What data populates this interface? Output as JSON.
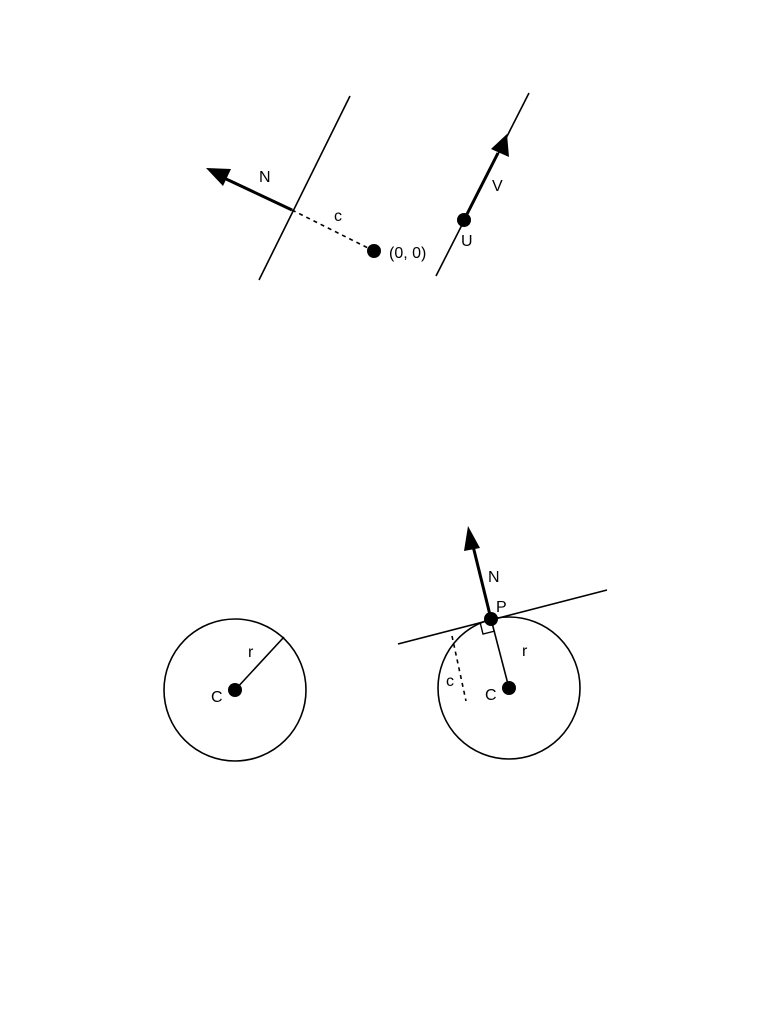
{
  "labels": {
    "top": {
      "normal": "N",
      "distance": "c",
      "origin": "(0, 0)",
      "direction": "V",
      "point": "U"
    },
    "left_circle": {
      "radius": "r",
      "center": "C"
    },
    "right_circle": {
      "normal": "N",
      "tangent_point": "P",
      "radius": "r",
      "center": "C",
      "distance": "c"
    }
  }
}
